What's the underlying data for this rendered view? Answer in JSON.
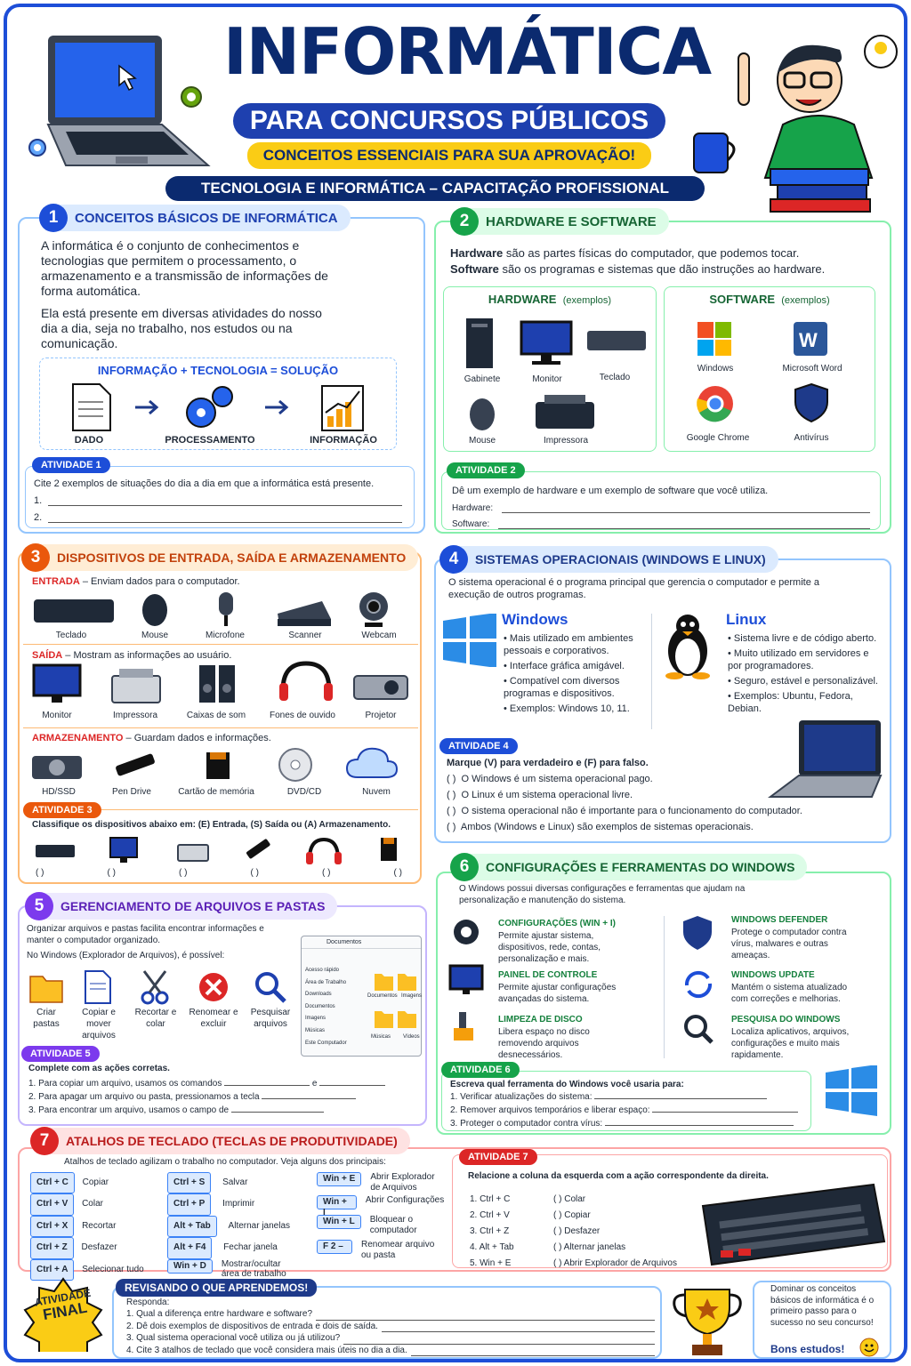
{
  "header": {
    "title": "INFORMÁTICA",
    "subtitle": "PARA CONCURSOS PÚBLICOS",
    "tagline": "CONCEITOS ESSENCIAIS PARA SUA APROVAÇÃO!",
    "band": "TECNOLOGIA E INFORMÁTICA – CAPACITAÇÃO PROFISSIONAL"
  },
  "s1": {
    "num": "1",
    "title": "CONCEITOS BÁSICOS DE INFORMÁTICA",
    "p1": "A informática é o conjunto de conhecimentos e tecnologias que permitem o processamento, o armazenamento e a transmissão de informações de forma automática.",
    "p2": "Ela está presente em diversas atividades do nosso dia a dia, seja no trabalho, nos estudos ou na comunicação.",
    "formula": "INFORMAÇÃO + TECNOLOGIA = SOLUÇÃO",
    "flow": [
      "DADO",
      "PROCESSAMENTO",
      "INFORMAÇÃO"
    ],
    "act": "ATIVIDADE 1",
    "act_q": "Cite 2 exemplos de situações do dia a dia em que a informática está presente.",
    "l1": "1.",
    "l2": "2."
  },
  "s2": {
    "num": "2",
    "title": "HARDWARE E SOFTWARE",
    "hw_b": "Hardware",
    "hw_t": " são as partes físicas do computador, que podemos tocar.",
    "sw_b": "Software",
    "sw_t": " são os programas e sistemas que dão instruções ao hardware.",
    "hw_head": "HARDWARE",
    "sw_head": "SOFTWARE",
    "ex": "(exemplos)",
    "hw": [
      "Gabinete",
      "Monitor",
      "Teclado",
      "Mouse",
      "Impressora"
    ],
    "sw": [
      "Windows",
      "Microsoft Word",
      "Google Chrome",
      "Antivírus"
    ],
    "act": "ATIVIDADE 2",
    "act_q": "Dê um exemplo de hardware e um exemplo de software que você utiliza.",
    "f1": "Hardware:",
    "f2": "Software:"
  },
  "s3": {
    "num": "3",
    "title": "DISPOSITIVOS DE ENTRADA, SAÍDA E ARMAZENAMENTO",
    "in_h": "ENTRADA",
    "in_t": " – Enviam dados para o computador.",
    "in": [
      "Teclado",
      "Mouse",
      "Microfone",
      "Scanner",
      "Webcam"
    ],
    "out_h": "SAÍDA",
    "out_t": " – Mostram as informações ao usuário.",
    "out": [
      "Monitor",
      "Impressora",
      "Caixas de som",
      "Fones de ouvido",
      "Projetor"
    ],
    "st_h": "ARMAZENAMENTO",
    "st_t": " – Guardam dados e informações.",
    "st": [
      "HD/SSD",
      "Pen Drive",
      "Cartão de memória",
      "DVD/CD",
      "Nuvem"
    ],
    "act": "ATIVIDADE 3",
    "act_q": "Classifique os dispositivos abaixo em: (E) Entrada, (S) Saída ou (A) Armazenamento.",
    "paren": "(     )"
  },
  "s4": {
    "num": "4",
    "title": "SISTEMAS OPERACIONAIS (WINDOWS E LINUX)",
    "intro": "O sistema operacional é o programa principal que gerencia o computador e permite a execução de outros programas.",
    "win": "Windows",
    "win_items": [
      "Mais utilizado em ambientes pessoais e corporativos.",
      "Interface gráfica amigável.",
      "Compatível com diversos programas e dispositivos.",
      "Exemplos: Windows 10, 11."
    ],
    "lin": "Linux",
    "lin_items": [
      "Sistema livre e de código aberto.",
      "Muito utilizado em servidores e por programadores.",
      "Seguro, estável e personalizável.",
      "Exemplos: Ubuntu, Fedora, Debian."
    ],
    "act": "ATIVIDADE 4",
    "act_q": "Marque (V) para verdadeiro e (F) para falso.",
    "items": [
      "O Windows é um sistema operacional pago.",
      "O Linux é um sistema operacional livre.",
      "O sistema operacional não é importante para o funcionamento do computador.",
      "Ambos (Windows e Linux) são exemplos de sistemas operacionais."
    ],
    "paren": "(    )"
  },
  "s5": {
    "num": "5",
    "title": "GERENCIAMENTO DE ARQUIVOS E PASTAS",
    "intro": "Organizar arquivos e pastas facilita encontrar informações e manter o computador organizado.",
    "intro2": "No Windows (Explorador de Arquivos), é possível:",
    "acts": [
      "Criar pastas",
      "Copiar e mover arquivos",
      "Recortar e colar",
      "Renomear e excluir",
      "Pesquisar arquivos"
    ],
    "exp_title": "Documentos",
    "exp_side": [
      "Acesso rápido",
      "Área de Trabalho",
      "Downloads",
      "Documentos",
      "Imagens",
      "Músicas",
      "Este Computador"
    ],
    "exp_files": [
      "Documentos",
      "Imagens",
      "Músicas",
      "Vídeos"
    ],
    "act": "ATIVIDADE 5",
    "act_q": "Complete com as ações corretas.",
    "q": [
      "1.  Para copiar um arquivo, usamos os comandos",
      "2.  Para apagar um arquivo ou pasta, pressionamos a tecla",
      "3.  Para encontrar um arquivo, usamos o campo de"
    ],
    "e": "e"
  },
  "s6": {
    "num": "6",
    "title": "CONFIGURAÇÕES E FERRAMENTAS DO WINDOWS",
    "intro": "O Windows possui diversas configurações e ferramentas que ajudam na personalização e manutenção do sistema.",
    "tools": [
      {
        "t": "CONFIGURAÇÕES (WIN + I)",
        "d": "Permite ajustar sistema, dispositivos, rede, contas, personalização e mais."
      },
      {
        "t": "PAINEL DE CONTROLE",
        "d": "Permite ajustar configurações avançadas do sistema."
      },
      {
        "t": "LIMPEZA DE DISCO",
        "d": "Libera espaço no disco removendo arquivos desnecessários."
      },
      {
        "t": "WINDOWS DEFENDER",
        "d": "Protege o computador contra vírus, malwares e outras ameaças."
      },
      {
        "t": "WINDOWS UPDATE",
        "d": "Mantém o sistema atualizado com correções e melhorias."
      },
      {
        "t": "PESQUISA DO WINDOWS",
        "d": "Localiza aplicativos, arquivos, configurações e muito mais rapidamente."
      }
    ],
    "act": "ATIVIDADE 6",
    "act_q": "Escreva qual ferramenta do Windows você usaria para:",
    "q": [
      "1.  Verificar atualizações do sistema:",
      "2.  Remover arquivos temporários e liberar espaço:",
      "3.  Proteger o computador contra vírus:"
    ]
  },
  "s7": {
    "num": "7",
    "title": "ATALHOS DE TECLADO (TECLAS DE PRODUTIVIDADE)",
    "intro": "Atalhos de teclado agilizam o trabalho no computador. Veja alguns dos principais:",
    "c1": [
      [
        "Ctrl + C",
        "Copiar"
      ],
      [
        "Ctrl + V",
        "Colar"
      ],
      [
        "Ctrl + X",
        "Recortar"
      ],
      [
        "Ctrl + Z",
        "Desfazer"
      ],
      [
        "Ctrl + A",
        "Selecionar tudo"
      ]
    ],
    "c2": [
      [
        "Ctrl + S",
        "Salvar"
      ],
      [
        "Ctrl + P",
        "Imprimir"
      ],
      [
        "Alt + Tab",
        "Alternar janelas"
      ],
      [
        "Alt + F4",
        "Fechar janela"
      ],
      [
        "Win + D",
        "Mostrar/ocultar área de trabalho"
      ]
    ],
    "c3": [
      [
        "Win + E",
        "Abrir Explorador de Arquivos"
      ],
      [
        "Win + I",
        "Abrir Configurações"
      ],
      [
        "Win + L",
        "Bloquear o computador"
      ],
      [
        "F 2 –",
        "Renomear arquivo ou pasta"
      ]
    ],
    "act": "ATIVIDADE 7",
    "act_q": "Relacione a coluna da esquerda com a ação correspondente da direita.",
    "left": [
      "1.   Ctrl + C",
      "2.   Ctrl + V",
      "3.   Ctrl + Z",
      "4.   Alt + Tab",
      "5.   Win + E"
    ],
    "right": [
      "(    )  Colar",
      "(    )  Copiar",
      "(    )  Desfazer",
      "(    )  Alternar janelas",
      "(    )  Abrir Explorador de Arquivos"
    ]
  },
  "final": {
    "badge1": "ATIVIDADE",
    "badge2": "FINAL",
    "head": "REVISANDO O QUE APRENDEMOS!",
    "resp": "Responda:",
    "q": [
      "1.  Qual a diferença entre hardware e software?",
      "2.  Dê dois exemplos de dispositivos de entrada e dois de saída.",
      "3.  Qual sistema operacional você utiliza ou já utilizou?",
      "4.  Cite 3 atalhos de teclado que você considera mais úteis no dia a dia."
    ],
    "note": "Dominar os conceitos básicos de informática é o primeiro passo para o sucesso no seu concurso!",
    "bye": "Bons estudos!"
  }
}
